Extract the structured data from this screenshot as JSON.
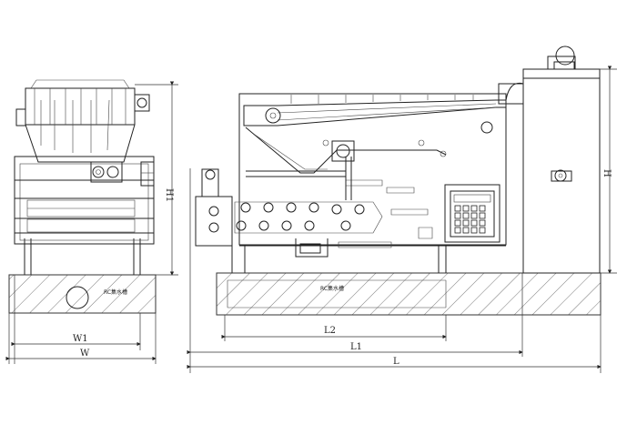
{
  "drawing": {
    "left_view": {
      "pit_label": "RC集水槽",
      "dimensions": {
        "height": "H1",
        "inner_width": "W1",
        "width": "W"
      }
    },
    "front_view": {
      "pit_label": "RC集水槽",
      "dimensions": {
        "height": "H",
        "length_2": "L2",
        "length_1": "L1",
        "length": "L"
      }
    }
  }
}
